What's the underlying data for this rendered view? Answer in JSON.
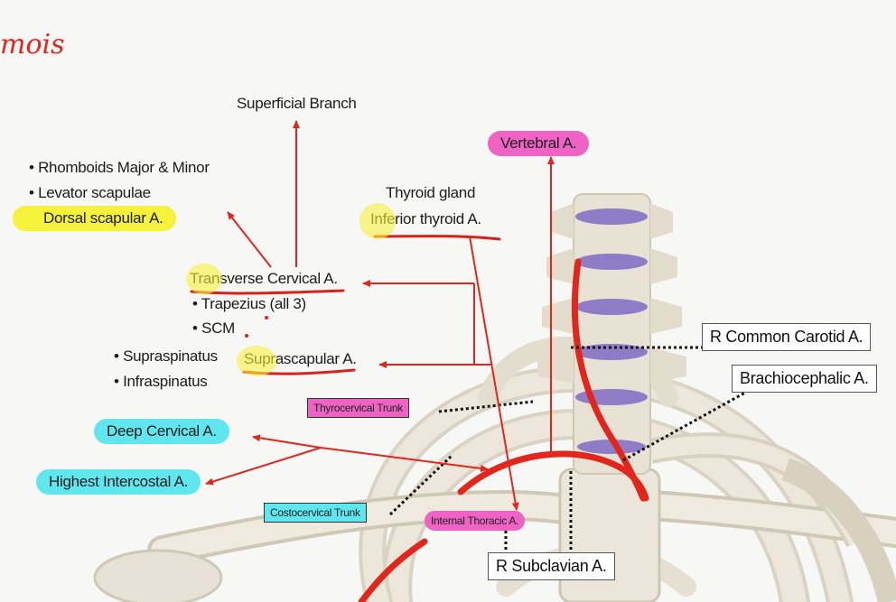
{
  "handwriting": "mois",
  "labels": {
    "superficial_branch": "Superficial Branch",
    "vertebral": "Vertebral A.",
    "rhomboids": "• Rhomboids Major & Minor",
    "levator": "• Levator scapulae",
    "dorsal_scapular": "Dorsal scapular A.",
    "thyroid_gland": "Thyroid gland",
    "inferior_thyroid": "Inferior thyroid A.",
    "transverse_cervical": "Transverse Cervical  A.",
    "trapezius": "• Trapezius (all 3)",
    "scm": "• SCM",
    "supraspinatus": "• Supraspinatus",
    "suprascapular": "Suprascapular A.",
    "infraspinatus": "• Infraspinatus",
    "thyrocervical_trunk": "Thyrocervical Trunk",
    "deep_cervical": "Deep Cervical A.",
    "highest_intercostal": "Highest Intercostal A.",
    "costocervical_trunk": "Costocervical Trunk",
    "internal_thoracic": "Internal Thoracic A.",
    "r_subclavian": "R Subclavian A.",
    "r_common_carotid": "R Common Carotid A.",
    "brachiocephalic": "Brachiocephalic A."
  },
  "colors": {
    "highlight_yellow": "#f6f23a",
    "highlight_cyan": "#5fe6ef",
    "highlight_pink": "#ee63c4",
    "annotation_red": "#e2261c",
    "bone": "#e9e4d6"
  }
}
